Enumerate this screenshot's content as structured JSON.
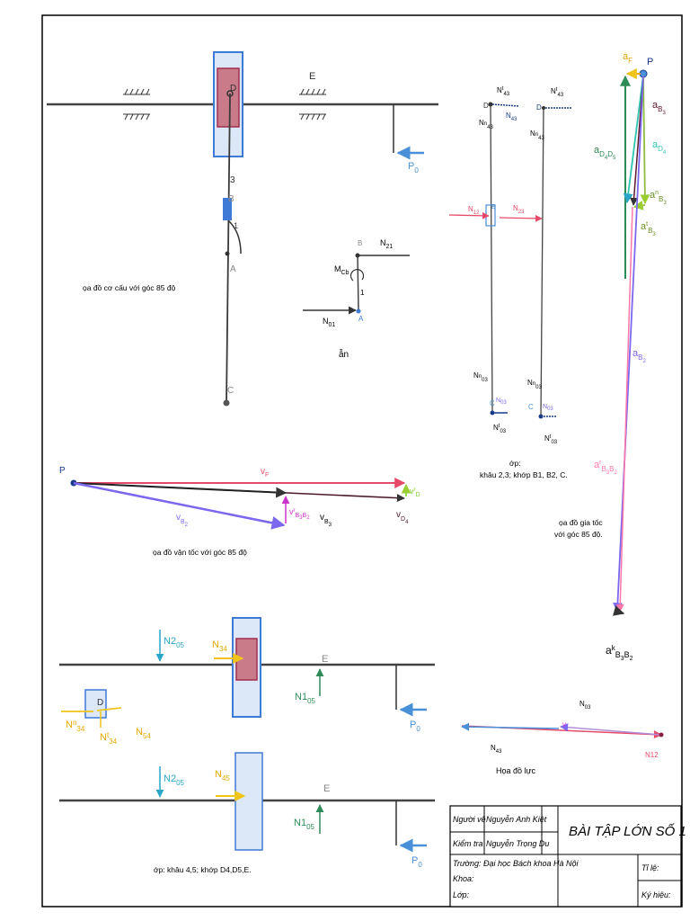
{
  "mechanism": {
    "caption": "ọa đồ cơ cấu với góc 85 độ",
    "E": "E",
    "D": "D",
    "link3": "3",
    "B": "B",
    "link1": "1",
    "A": "A",
    "C": "C",
    "P0_main": "P",
    "P0_sub": "0"
  },
  "link1_fbd": {
    "title": "ẫn",
    "B": "B",
    "N21": "N",
    "N21_sub": "21",
    "MCb": "M",
    "MCb_sub": "Cb",
    "one": "1",
    "N01": "N",
    "N01_sub": "01",
    "A": "A"
  },
  "links23_fbd": {
    "caption1": "ớp:",
    "caption2": "khâu 2,3; khớp B1, B2, C.",
    "Nt43": "N",
    "t_sup": "t",
    "sub43": "43",
    "Nn43": "N",
    "n_sup": "n",
    "N43": "N",
    "N12": "N",
    "sub12": "12",
    "N23": "N",
    "sub23": "23",
    "Nn03": "N",
    "sub03": "03",
    "N03": "N",
    "Nt03": "N",
    "D": "D",
    "B": "B",
    "C": "C"
  },
  "accel_diagram": {
    "P": "P",
    "aF": "a",
    "aF_sub": "F",
    "aB3": "a",
    "aB3_sub": "B",
    "aB3_subsub": "3",
    "aD4D5": "a",
    "aD4D5_sub": "D",
    "aD4D5_s1": "4",
    "aD4D5_s2": "D",
    "aD4D5_s3": "5",
    "aD4": "a",
    "aD4_sub": "D",
    "aD4_subsub": "4",
    "anB3": "a",
    "n": "n",
    "atB3": "a",
    "t": "t",
    "aB2": "a",
    "aB2_sub": "B",
    "aB2_subsub": "2",
    "arB3B2": "a",
    "r": "r",
    "akB3B2": "a",
    "k": "k",
    "caption1": "ọa đồ gia tốc",
    "caption2": "với góc 85 độ."
  },
  "velocity_diagram": {
    "P": "P",
    "vF": "v",
    "vF_sub": "F",
    "vrD4D5": "v",
    "r": "r",
    "vrD4D5_sub": "D",
    "vB3B2_sub": "B",
    "vB3": "v",
    "vB3_sub": "B",
    "vB3_subsub": "3",
    "vB2": "v",
    "vB2_sub": "B",
    "vB2_subsub": "2",
    "vD4": "v",
    "vD4_sub": "D",
    "vD4_subsub": "4",
    "caption": "ọa đồ vận tốc với góc 85 độ"
  },
  "links45_fbd": {
    "N2_05": "N2",
    "sub05": "05",
    "N34": "N",
    "sub34": "34",
    "E": "E",
    "N1_05": "N1",
    "D": "D",
    "Nn34": "N",
    "Nt34": "N",
    "N54": "N",
    "sub54": "54",
    "P0": "P",
    "P0_sub": "0",
    "N45": "N",
    "sub45": "45",
    "caption": "ớp: khâu 4,5; khớp D4,D5,E."
  },
  "force_polygon": {
    "N03": "N",
    "N03_sub": "03",
    "v": "v",
    "N43": "N",
    "N43_sub": "43",
    "N12": "N12",
    "caption": "Họa đồ lực"
  },
  "title_block": {
    "drawn_label": "Người vẽ",
    "drawn_name": "Nguyễn Anh Kiệt",
    "check_label": "Kiểm tra",
    "check_name": "Nguyễn Trọng Du",
    "title": "BÀI TẬP LỚN SỐ 1",
    "school": "Trường: Đại học Bách khoa Hà Nội",
    "faculty": "Khoa:",
    "class": "Lớp:",
    "scale": "Tỉ lệ:",
    "symbol": "Ký hiệu:"
  },
  "colors": {
    "frame": "#000000",
    "link": "#3a3a3a",
    "slider_fill": "#dce8f7",
    "slider_stroke": "#3e7ad6",
    "slider_inner": "#c97b8a",
    "accent_blue": "#4a90d9",
    "accent_red": "#e64a6a",
    "accent_purple": "#7b68ee",
    "accent_green": "#2e8b57",
    "accent_yellow": "#f0c419",
    "accent_cyan": "#2aa6c9",
    "accent_magenta": "#cc33cc"
  }
}
